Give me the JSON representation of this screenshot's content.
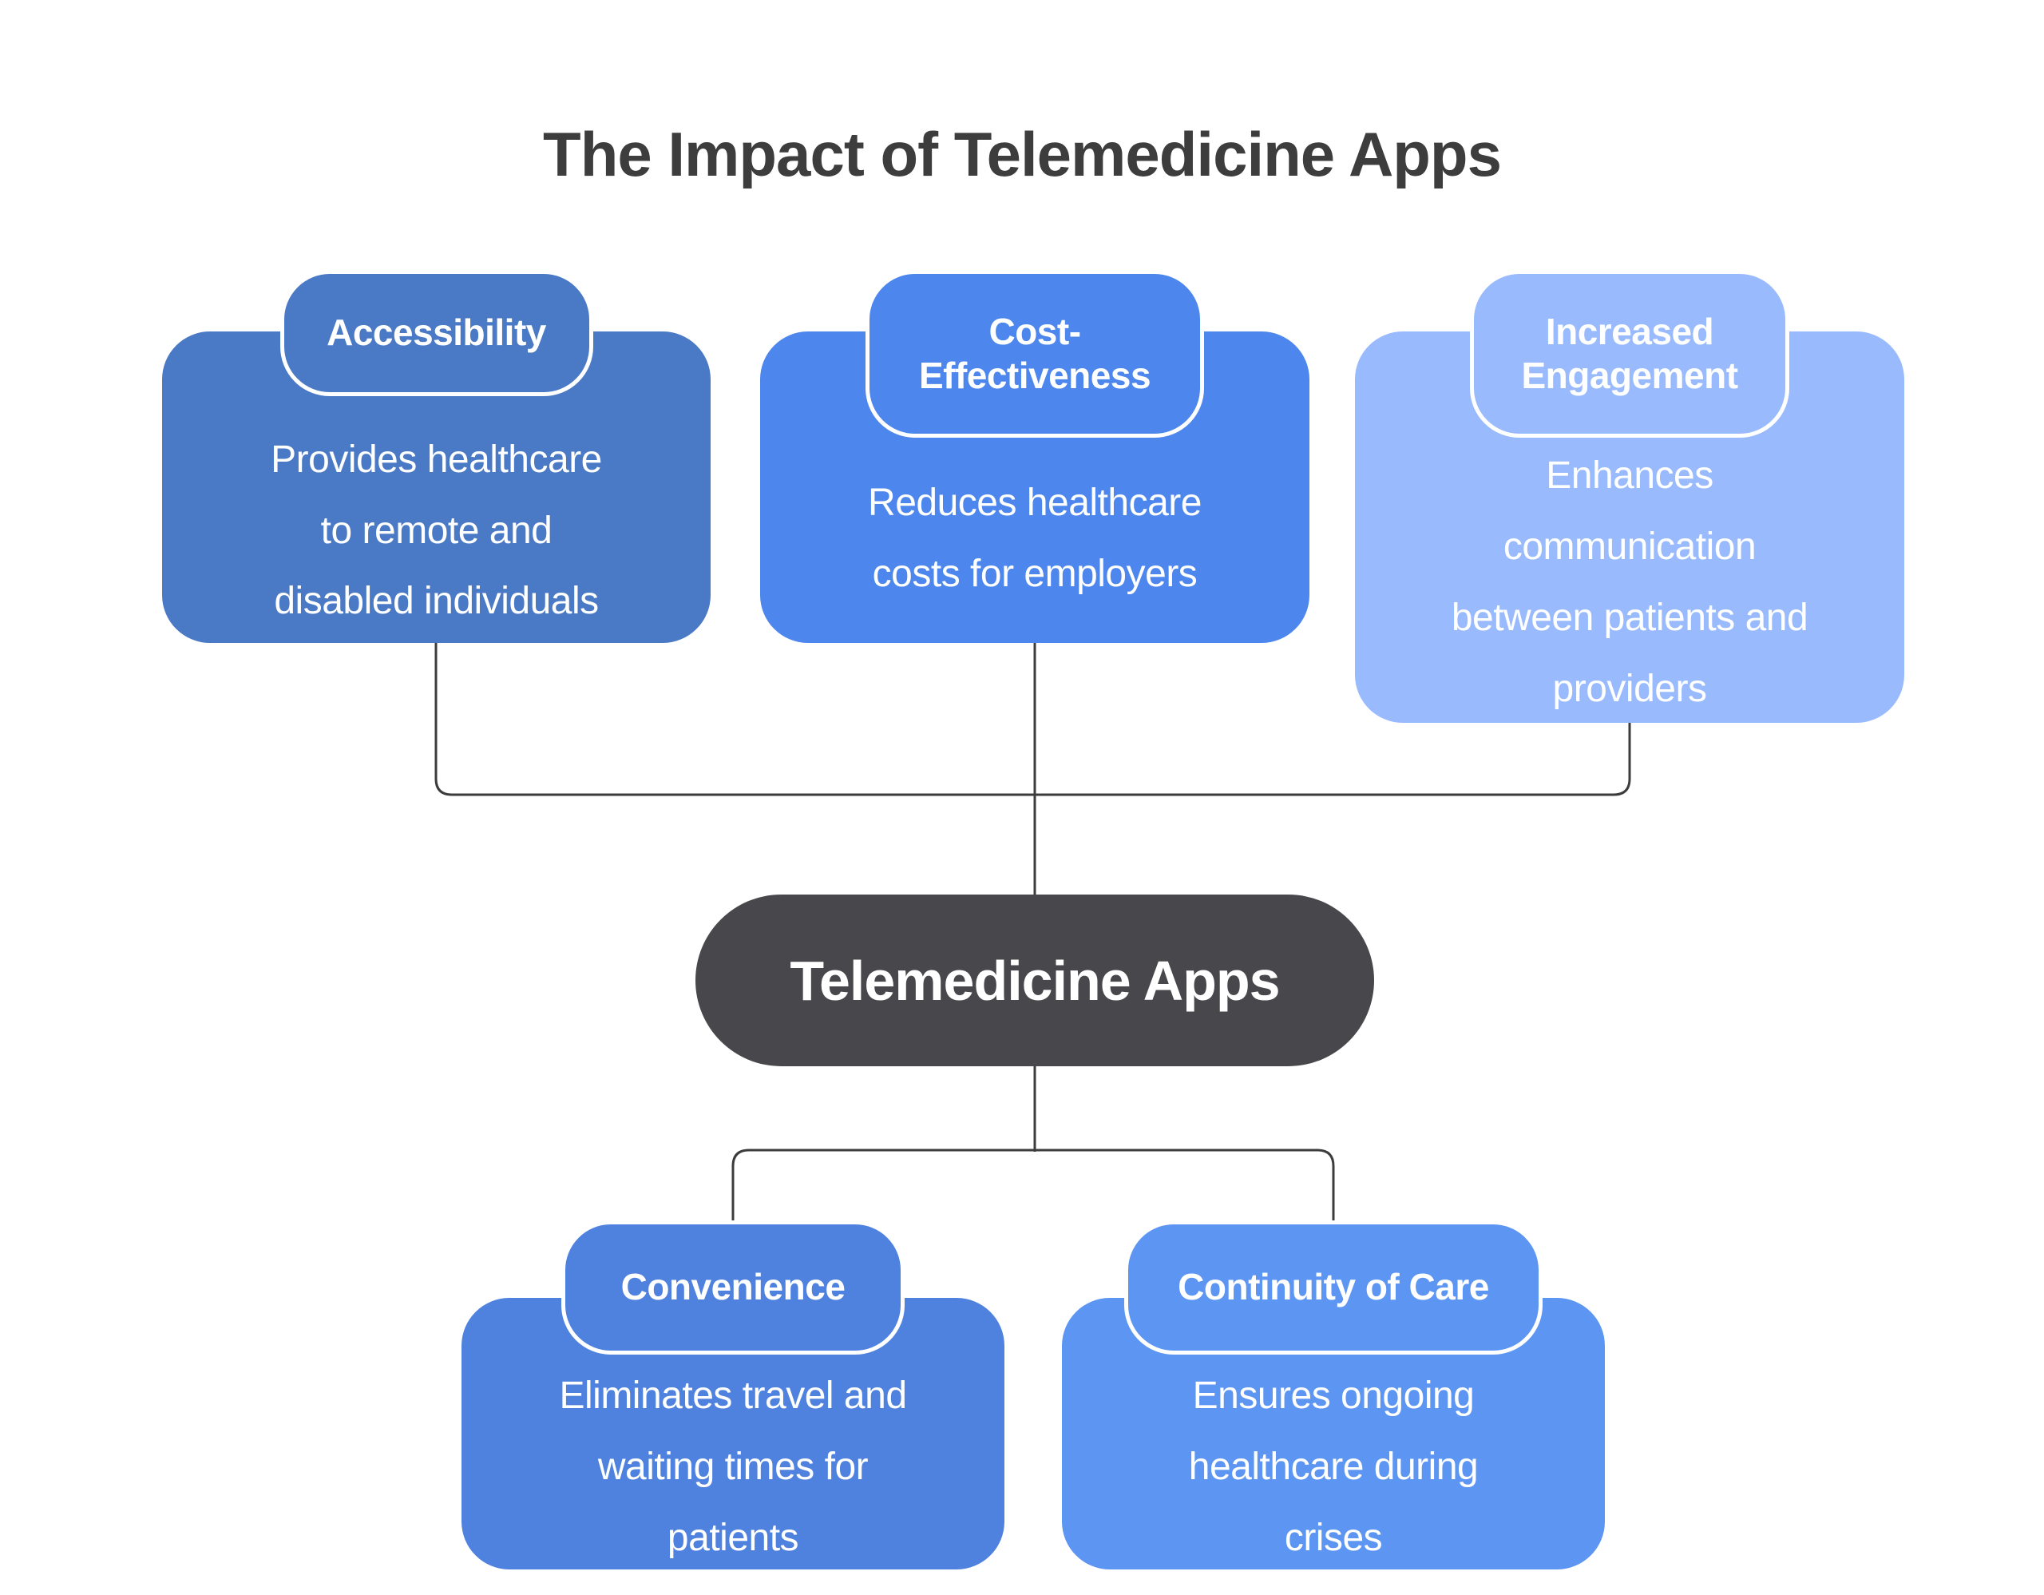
{
  "title": "The Impact of Telemedicine Apps",
  "title_color": "#3d3d3d",
  "background": "#ffffff",
  "connector_color": "#3c3c3c",
  "center_node": {
    "label": "Telemedicine Apps",
    "fill": "#48484c",
    "text_color": "#ffffff"
  },
  "top_nodes": [
    {
      "label": "Accessibility",
      "description": "Provides healthcare\nto remote and\ndisabled individuals",
      "fill": "#4a79c5"
    },
    {
      "label": "Cost-\nEffectiveness",
      "description": "Reduces healthcare\ncosts for employers",
      "fill": "#4d86ec"
    },
    {
      "label": "Increased\nEngagement",
      "description": "Enhances\ncommunication\nbetween patients and\nproviders",
      "fill": "#99bbfd"
    }
  ],
  "bottom_nodes": [
    {
      "label": "Convenience",
      "description": "Eliminates travel and\nwaiting times for\npatients",
      "fill": "#4f82de"
    },
    {
      "label": "Continuity of Care",
      "description": "Ensures ongoing\nhealthcare during\ncrises",
      "fill": "#5c95f2"
    }
  ]
}
